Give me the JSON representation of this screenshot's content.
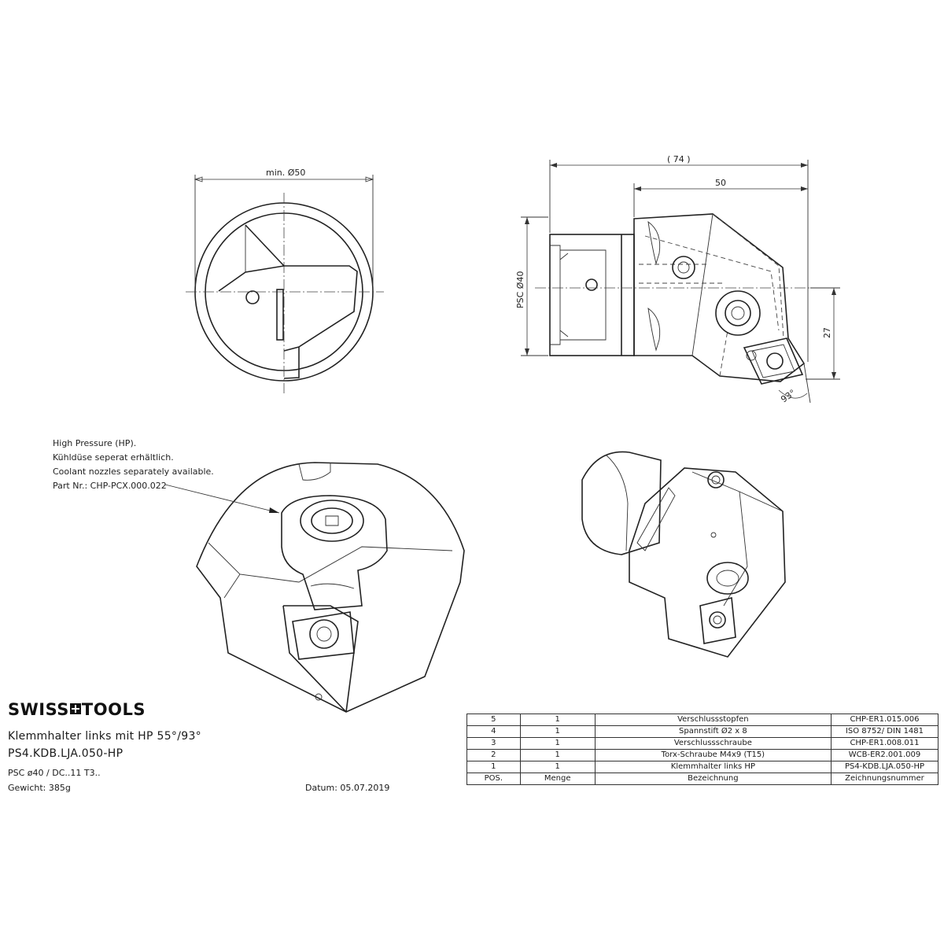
{
  "brand": {
    "part1": "SWISS",
    "part2": "TOOLS"
  },
  "title": {
    "line1": "Klemmhalter links mit HP 55°/93°",
    "line2": "PS4.KDB.LJA.050-HP",
    "spec": "PSC ø40 / DC..11 T3..",
    "weight": "Gewicht: 385g",
    "date": "Datum: 05.07.2019"
  },
  "note": {
    "line1": "High Pressure (HP).",
    "line2": "Kühldüse seperat erhältlich.",
    "line3": "Coolant nozzles separately available.",
    "line4": "Part Nr.: CHP-PCX.000.022"
  },
  "dimensions": {
    "front_diameter": "min. Ø50",
    "overall_length": "( 74 )",
    "length": "50",
    "psc_diameter": "PSC Ø40",
    "offset": "27",
    "angle": "93°"
  },
  "bom": {
    "header": {
      "pos": "POS.",
      "qty": "Menge",
      "desc": "Bezeichnung",
      "drawing": "Zeichnungsnummer"
    },
    "rows": [
      {
        "pos": "5",
        "qty": "1",
        "desc": "Verschlussstopfen",
        "drawing": "CHP-ER1.015.006"
      },
      {
        "pos": "4",
        "qty": "1",
        "desc": "Spannstift Ø2 x 8",
        "drawing": "ISO 8752/ DIN 1481"
      },
      {
        "pos": "3",
        "qty": "1",
        "desc": "Verschlussschraube",
        "drawing": "CHP-ER1.008.011"
      },
      {
        "pos": "2",
        "qty": "1",
        "desc": "Torx-Schraube M4x9 (T15)",
        "drawing": "WCB-ER2.001.009"
      },
      {
        "pos": "1",
        "qty": "1",
        "desc": "Klemmhalter links HP",
        "drawing": "PS4-KDB.LJA.050-HP"
      }
    ]
  }
}
